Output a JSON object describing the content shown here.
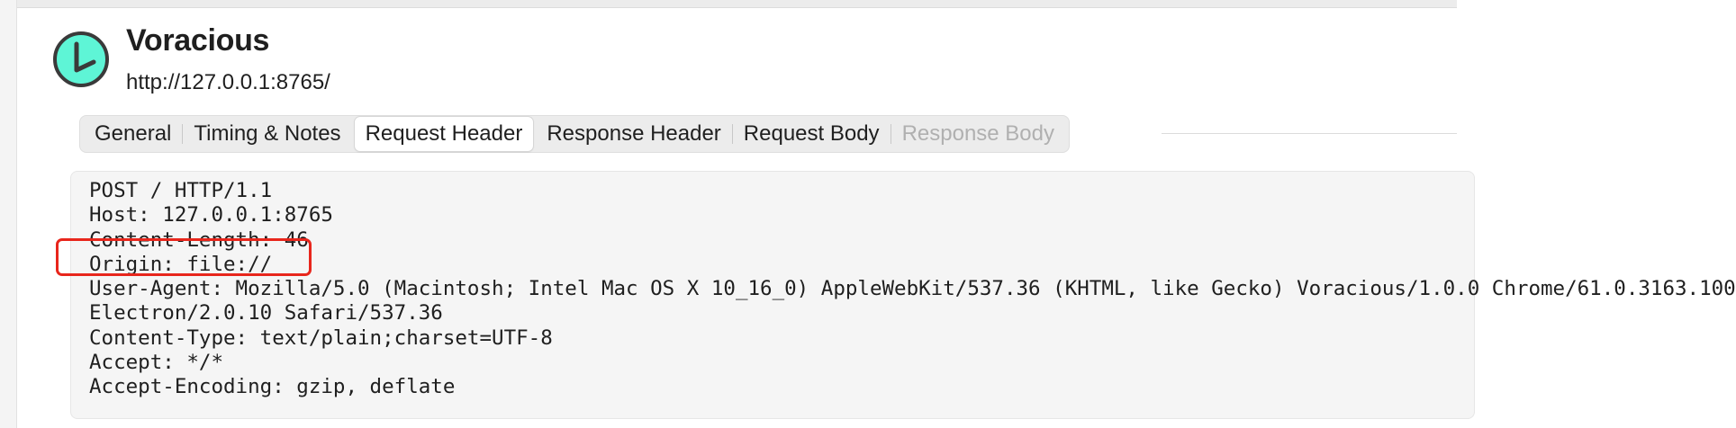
{
  "app": {
    "name": "Voracious",
    "url": "http://127.0.0.1:8765/",
    "icon": "voracious-logo-icon",
    "icon_color": "#5ef5d6"
  },
  "tabs": [
    {
      "label": "General",
      "state": "normal"
    },
    {
      "label": "Timing & Notes",
      "state": "normal"
    },
    {
      "label": "Request Header",
      "state": "active"
    },
    {
      "label": "Response Header",
      "state": "normal"
    },
    {
      "label": "Request Body",
      "state": "normal"
    },
    {
      "label": "Response Body",
      "state": "disabled"
    }
  ],
  "request_header": {
    "lines": [
      "POST / HTTP/1.1",
      "Host: 127.0.0.1:8765",
      "Content-Length: 46",
      "Origin: file://",
      "User-Agent: Mozilla/5.0 (Macintosh; Intel Mac OS X 10_16_0) AppleWebKit/537.36 (KHTML, like Gecko) Voracious/1.0.0 Chrome/61.0.3163.100",
      "Electron/2.0.10 Safari/537.36",
      "Content-Type: text/plain;charset=UTF-8",
      "Accept: */*",
      "Accept-Encoding: gzip, deflate"
    ]
  },
  "annotation": {
    "color": "#e8261c",
    "highlighted_line": "Origin: file://"
  }
}
